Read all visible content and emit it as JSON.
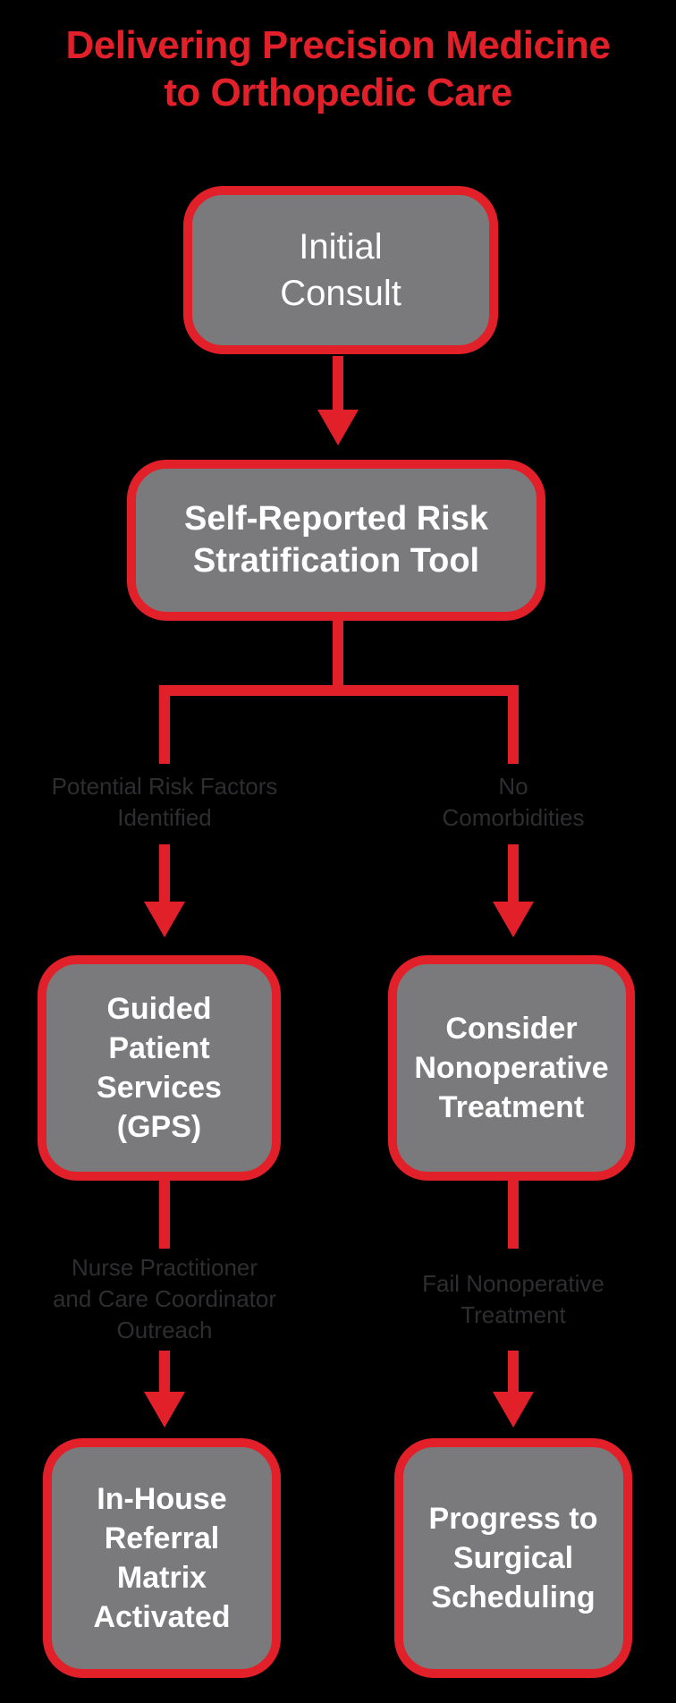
{
  "title": {
    "text": "Delivering Precision Medicine\nto Orthopedic Care"
  },
  "nodes": {
    "initial_consult": {
      "label": "Initial\nConsult"
    },
    "risk_tool": {
      "label": "Self-Reported Risk\nStratification Tool"
    },
    "gps": {
      "label": "Guided\nPatient\nServices\n(GPS)"
    },
    "nonoperative": {
      "label": "Consider\nNonoperative\nTreatment"
    },
    "referral_matrix": {
      "label": "In-House\nReferral\nMatrix\nActivated"
    },
    "surgical_scheduling": {
      "label": "Progress to\nSurgical\nScheduling"
    }
  },
  "edge_labels": {
    "risk_factors": "Potential Risk Factors\nIdentified",
    "no_comorbidities": "No\nComorbidities",
    "np_outreach": "Nurse Practitioner\nand Care Coordinator\nOutreach",
    "fail_nonoperative": "Fail Nonoperative\nTreatment"
  },
  "flow": [
    {
      "from": "Initial Consult",
      "to": "Self-Reported Risk Stratification Tool",
      "label": ""
    },
    {
      "from": "Self-Reported Risk Stratification Tool",
      "to": "Guided Patient Services (GPS)",
      "label": "Potential Risk Factors Identified"
    },
    {
      "from": "Self-Reported Risk Stratification Tool",
      "to": "Consider Nonoperative Treatment",
      "label": "No Comorbidities"
    },
    {
      "from": "Guided Patient Services (GPS)",
      "to": "In-House Referral Matrix Activated",
      "label": "Nurse Practitioner and Care Coordinator Outreach"
    },
    {
      "from": "Consider Nonoperative Treatment",
      "to": "Progress to Surgical Scheduling",
      "label": "Fail Nonoperative Treatment"
    }
  ],
  "colors": {
    "background": "#000000",
    "accent_red": "#e2202a",
    "node_fill": "#7a7a7c",
    "node_text": "#ffffff",
    "edge_label_text": "#2e2e31"
  }
}
